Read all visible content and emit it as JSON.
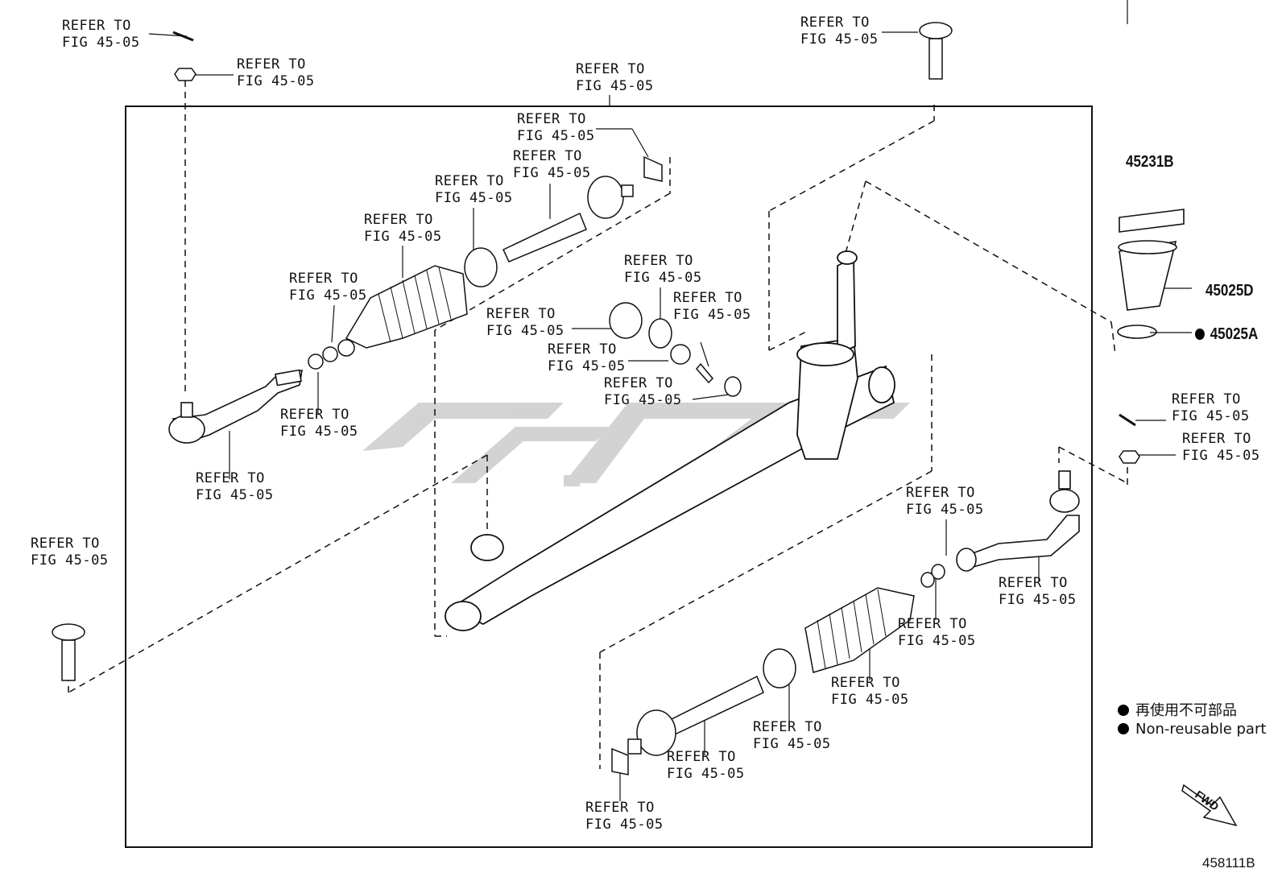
{
  "refer_label_line1": "REFER TO",
  "refer_label_line2": "FIG 45-05",
  "part_numbers": {
    "seal_cap": "45231B",
    "bellows_cover": "45025D",
    "o_ring": "45025A"
  },
  "legend": {
    "jp": "再使用不可部品",
    "en": "Non-reusable part"
  },
  "fwd_label": "FWD",
  "diagram_id": "458111B",
  "colors": {
    "line": "#111111",
    "watermark": "#c8c8c8"
  }
}
